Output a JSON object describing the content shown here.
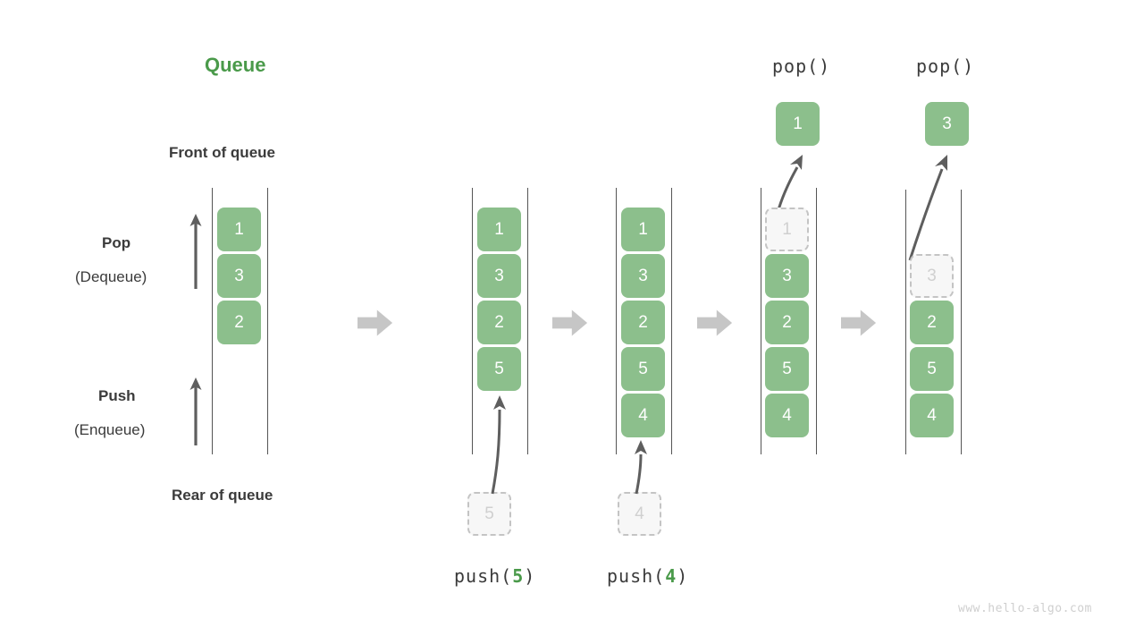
{
  "title": "Queue",
  "labels": {
    "front_of_queue": "Front of queue",
    "rear_of_queue": "Rear of queue",
    "pop": "Pop",
    "dequeue": "(Dequeue)",
    "push": "Push",
    "enqueue": "(Enqueue)"
  },
  "operations": {
    "push5_prefix": "push(",
    "push5_value": "5",
    "push5_suffix": ")",
    "push4_prefix": "push(",
    "push4_value": "4",
    "push4_suffix": ")",
    "pop1_label": "pop()",
    "pop2_label": "pop()"
  },
  "colors": {
    "cell_green": "#8cbf8c",
    "title_green": "#4a9a4a",
    "ghost_fill": "#f7f7f7",
    "ghost_border": "#c4c4c4",
    "ghost_text": "#d0d0d0",
    "rail": "#555555",
    "arrow_gray": "#c6c6c6",
    "motion_arrow": "#5e5e5e",
    "text_dark": "#3b3b3b",
    "watermark": "#cfcfcf"
  },
  "columns": [
    {
      "name": "initial-queue",
      "cells": [
        "1",
        "3",
        "2"
      ],
      "ghost_top": null,
      "ghost_bottom": null,
      "popped": null,
      "op_label": null
    },
    {
      "name": "after-push-5",
      "cells": [
        "1",
        "3",
        "2",
        "5"
      ],
      "ghost_top": null,
      "ghost_bottom": "5",
      "popped": null,
      "op_label": "push(5)"
    },
    {
      "name": "after-push-4",
      "cells": [
        "1",
        "3",
        "2",
        "5",
        "4"
      ],
      "ghost_top": null,
      "ghost_bottom": "4",
      "popped": null,
      "op_label": "push(4)"
    },
    {
      "name": "after-pop-1",
      "cells": [
        "3",
        "2",
        "5",
        "4"
      ],
      "ghost_top": "1",
      "ghost_bottom": null,
      "popped": "1",
      "op_label": "pop()"
    },
    {
      "name": "after-pop-3",
      "cells": [
        "2",
        "5",
        "4"
      ],
      "ghost_top": "3",
      "ghost_bottom": null,
      "popped": "3",
      "op_label": "pop()"
    }
  ],
  "watermark": "www.hello-algo.com"
}
